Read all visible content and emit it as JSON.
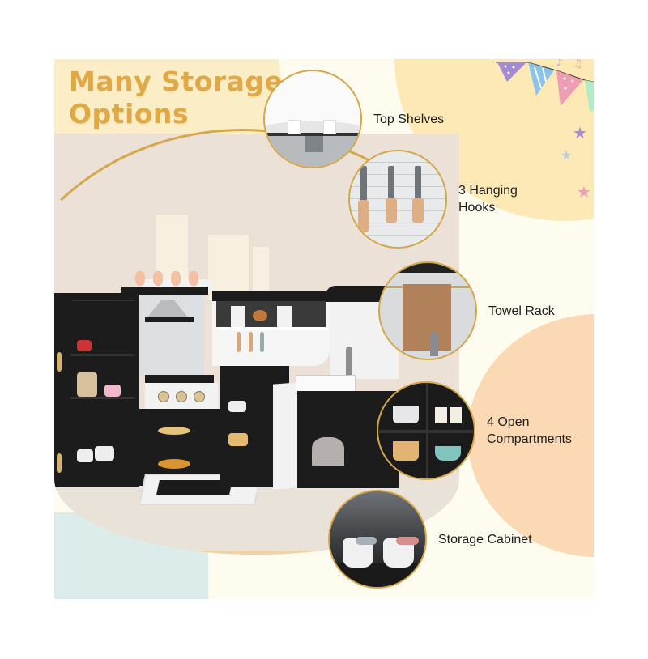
{
  "headline": {
    "line1": "Many Storage",
    "line2": "Options"
  },
  "callouts": [
    {
      "label": "Top Shelves",
      "image": "white mugs on top shelf"
    },
    {
      "label_line1": "3 Hanging",
      "label_line2": "Hooks",
      "image": "spatulas hanging on hooks"
    },
    {
      "label": "Towel Rack",
      "image": "brown towel on rack"
    },
    {
      "label_line1": "4 Open",
      "label_line2": "Compartments",
      "image": "pots and cups in open compartments"
    },
    {
      "label": "Storage Cabinet",
      "image": "white pots inside cabinet"
    }
  ],
  "hero": {
    "subject": "black and white corner play kitchen with stove, oven, microwave, sink and cabinets"
  },
  "colors": {
    "headline": "#e0a945",
    "gold_outline": "#d4a84b",
    "panel_bg": "#fefcee",
    "peach_blob": "#fad9b4",
    "yellow_blob": "#fde9b5",
    "label_text": "#1e1e1e"
  },
  "decorations": {
    "bunting_flags": [
      "purple-dots",
      "blue-stripes",
      "pink-dots",
      "green-stripes"
    ],
    "stars": [
      "purple",
      "light-blue",
      "pink"
    ],
    "music_notes": 2
  }
}
